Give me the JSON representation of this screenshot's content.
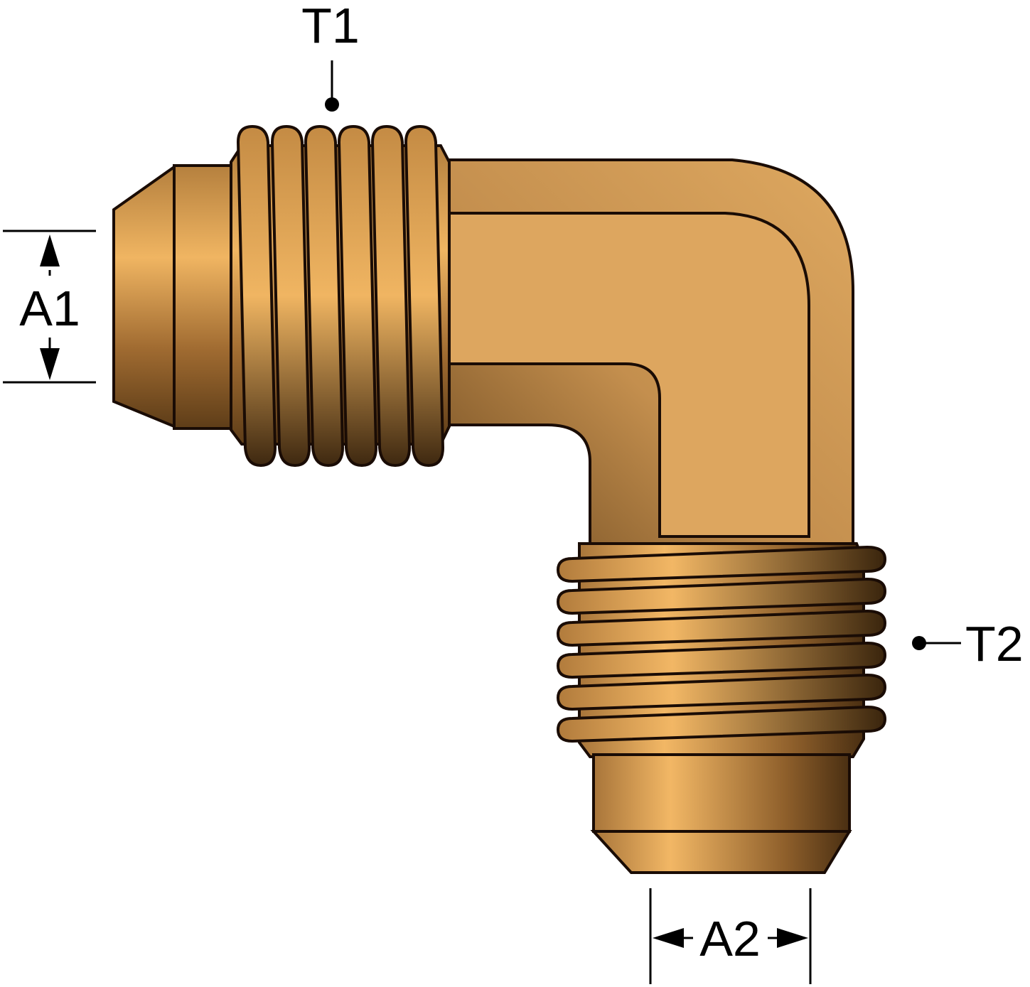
{
  "labels": {
    "t1": "T1",
    "t2": "T2",
    "a1": "A1",
    "a2": "A2"
  },
  "colors": {
    "brass_light": "#f2b765",
    "brass_mid": "#d9a35c",
    "brass_dark": "#7a5325",
    "brass_darkest": "#3e2810",
    "outline": "#1a0c05"
  }
}
